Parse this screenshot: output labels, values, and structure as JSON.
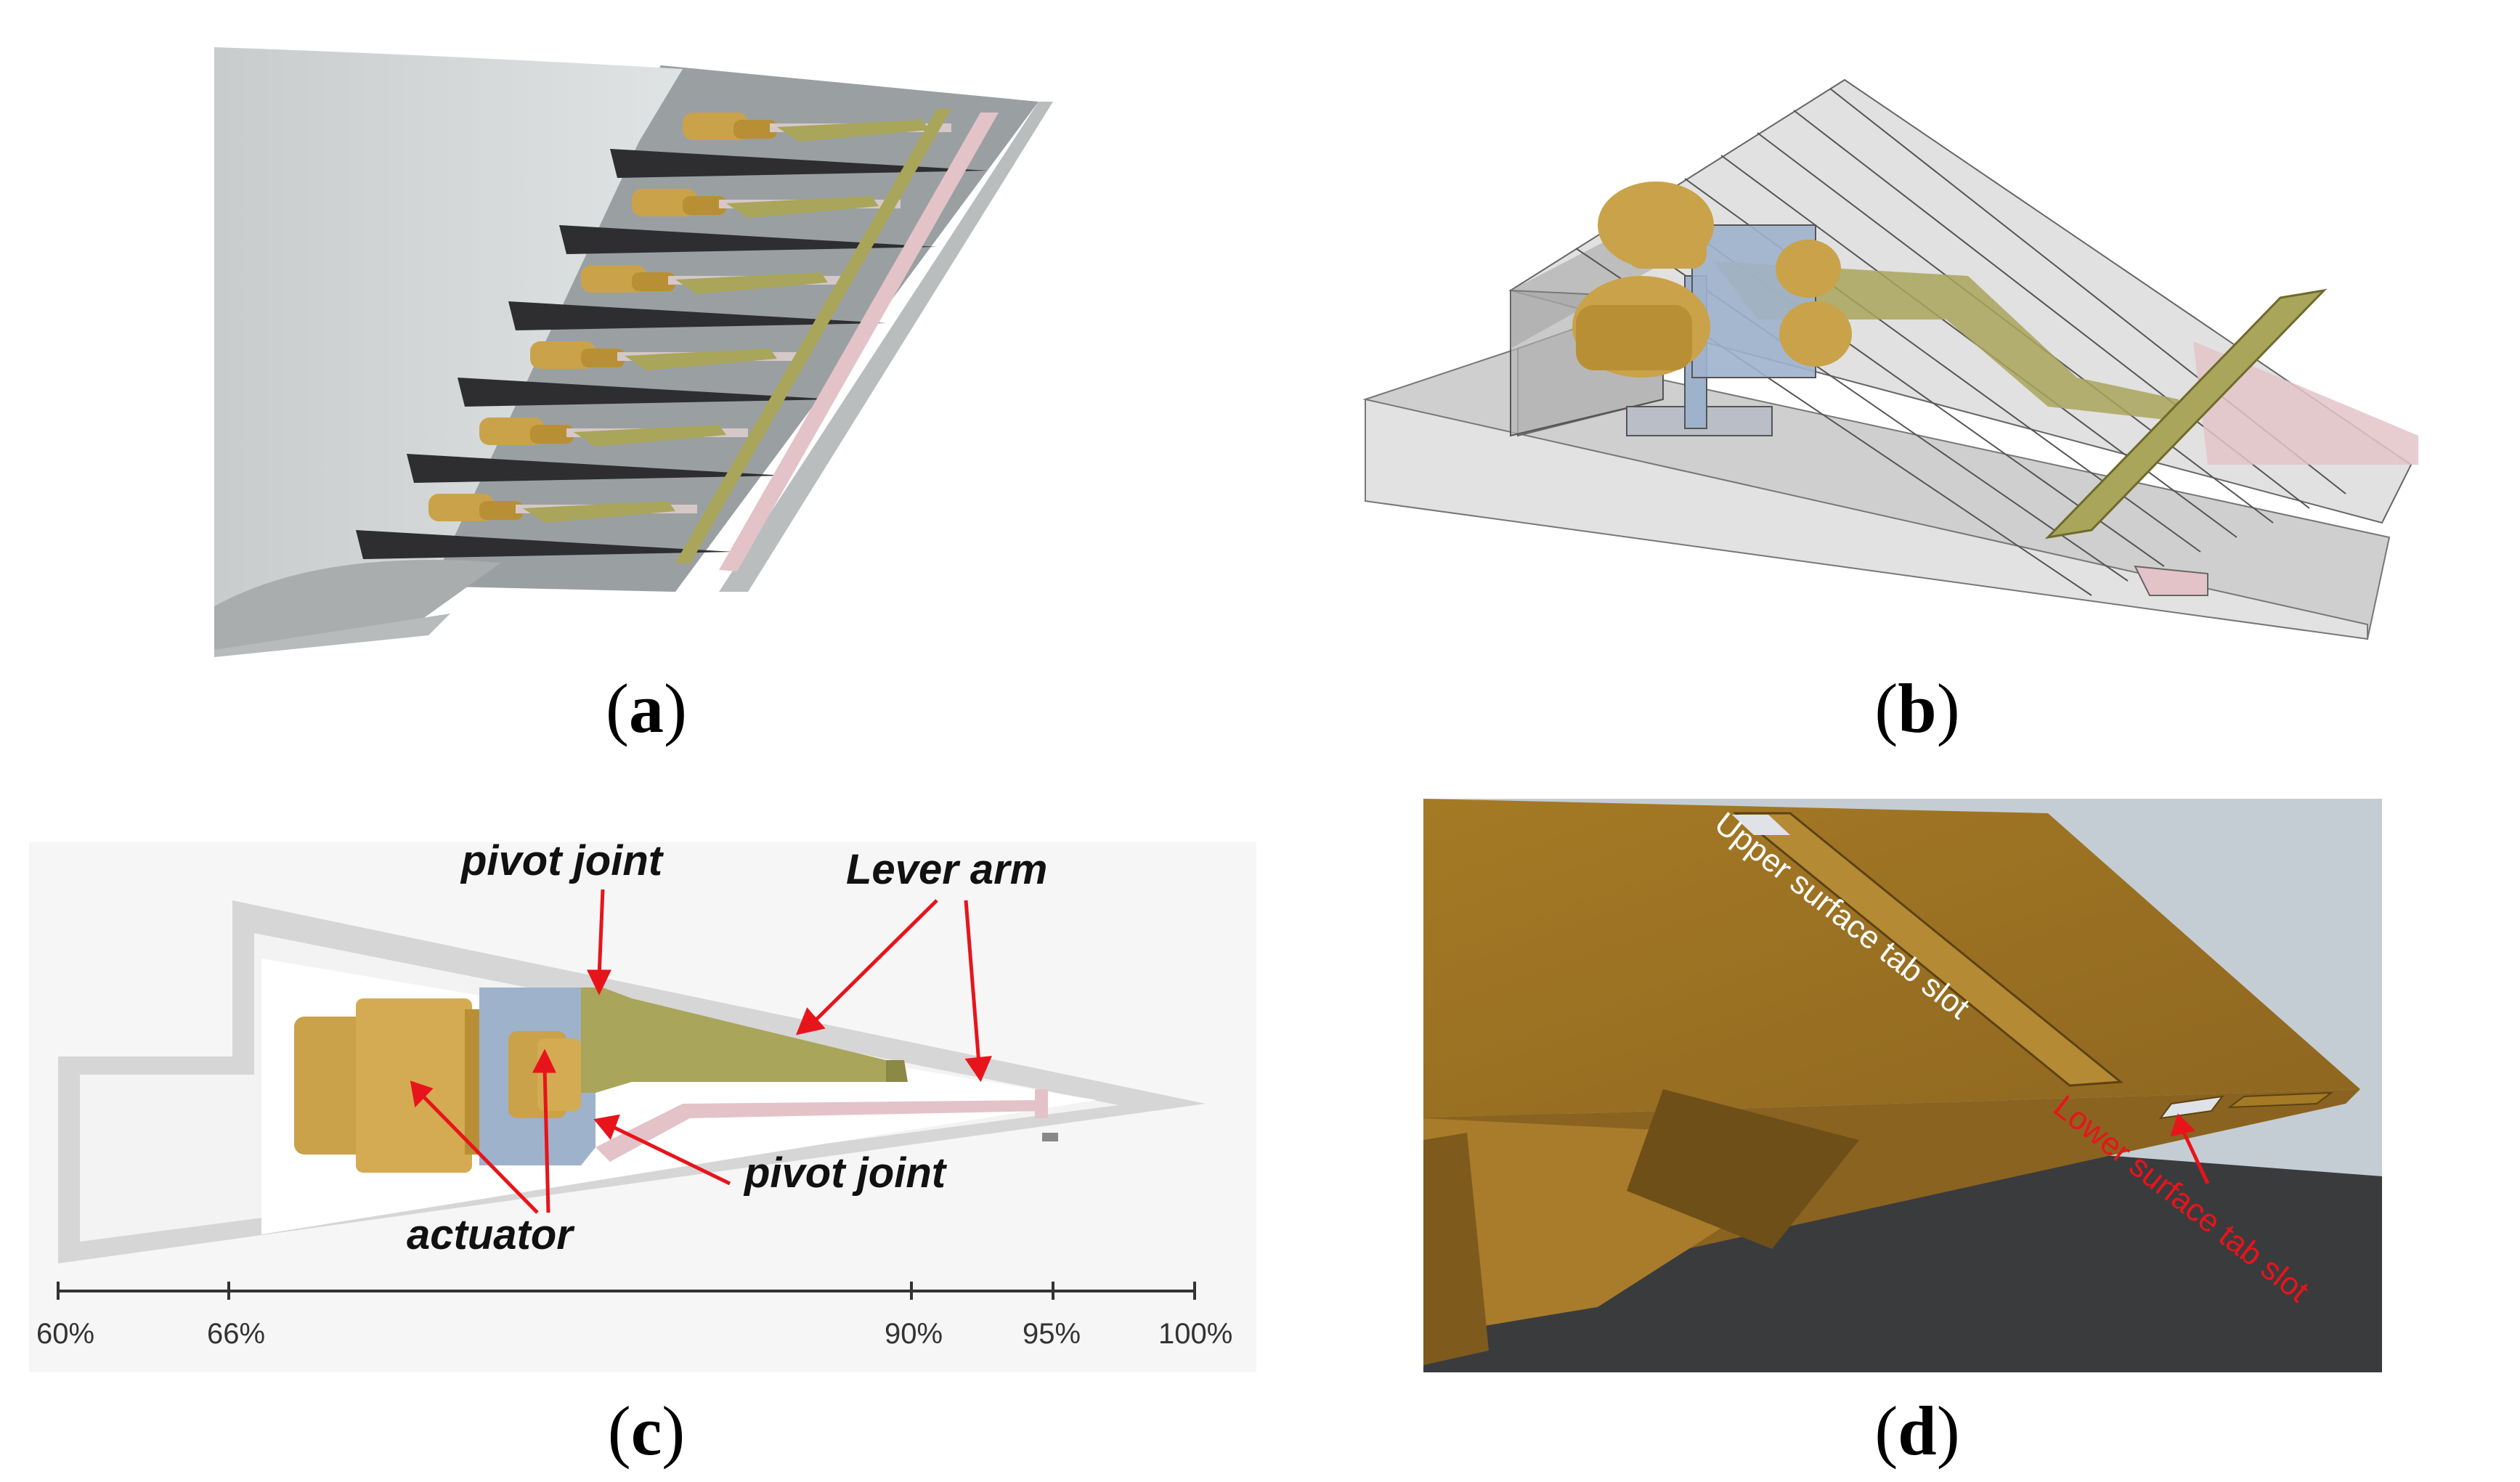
{
  "captions": {
    "a": {
      "open": "(",
      "letter": "a",
      "close": ")"
    },
    "b": {
      "open": "(",
      "letter": "b",
      "close": ")"
    },
    "c": {
      "open": "(",
      "letter": "c",
      "close": ")"
    },
    "d": {
      "open": "(",
      "letter": "d",
      "close": ")"
    }
  },
  "panel_c": {
    "labels": {
      "pivot_joint_top": "pivot joint",
      "lever_arm": "Lever arm",
      "pivot_joint_bottom": "pivot joint",
      "actuator": "actuator"
    },
    "ticks": [
      "60%",
      "66%",
      "90%",
      "95%",
      "100%"
    ],
    "arrow_color": "#e8141b"
  },
  "panel_d": {
    "upper_label": "Upper surface tab slot",
    "lower_label": "Lower surface tab slot",
    "upper_color": "#ffffff",
    "lower_color": "#e8141b"
  },
  "colors": {
    "gold": "#c9a24a",
    "lever": "#a9a55a",
    "pink": "#e3c3c8",
    "blue": "#9eb2cc",
    "panel_d_gold": "#a57a25",
    "skin_gray": "#c7cbcb"
  }
}
